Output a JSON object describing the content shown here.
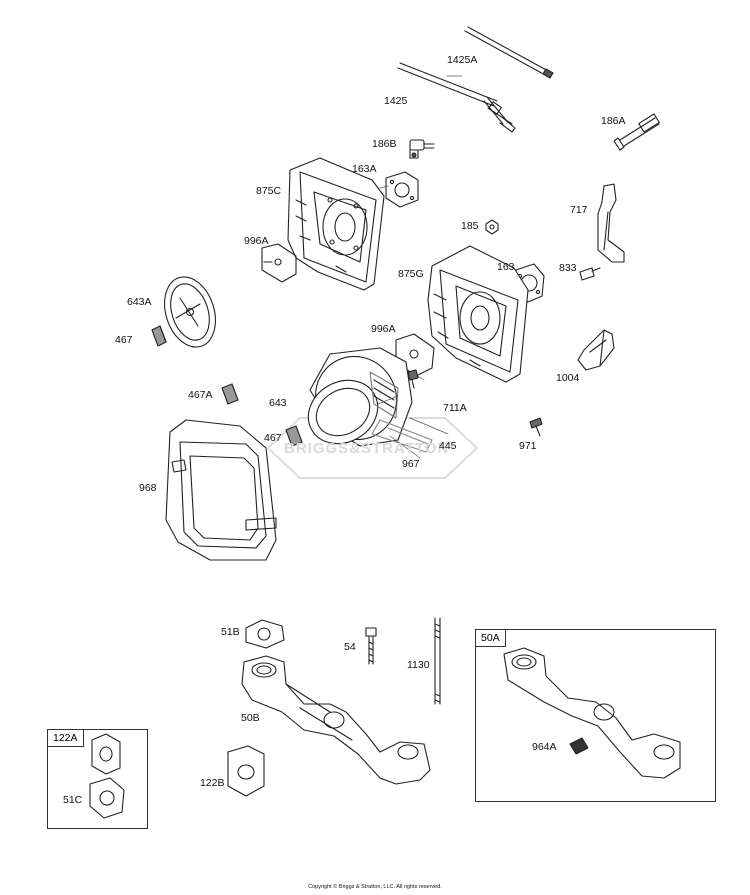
{
  "watermark": "BRIGGS&STRATTON",
  "copyright": "Copyright © Briggs & Stratton, LLC. All rights reserved.",
  "colors": {
    "line": "#222222",
    "fill": "#ffffff",
    "shade": "#bfbfbf",
    "watermark": "#d9d9d9"
  },
  "parts": {
    "p1425A": "1425A",
    "p1425": "1425",
    "p186B": "186B",
    "p186A": "186A",
    "p163A": "163A",
    "p875C": "875C",
    "p717": "717",
    "p185": "185",
    "p996A_top": "996A",
    "p163": "163",
    "p833": "833",
    "p875G": "875G",
    "p643A": "643A",
    "p467_left": "467",
    "p996A_mid": "996A",
    "p1004": "1004",
    "p467A": "467A",
    "p711A": "711A",
    "p643": "643",
    "p467_mid": "467",
    "p445": "445",
    "p971": "971",
    "p967": "967",
    "p968": "968",
    "p51B": "51B",
    "p54": "54",
    "p1130": "1130",
    "p50B": "50B",
    "p122B": "122B",
    "p51C": "51C",
    "p964A": "964A"
  },
  "insets": {
    "inset_122A": "122A",
    "inset_50A": "50A"
  }
}
